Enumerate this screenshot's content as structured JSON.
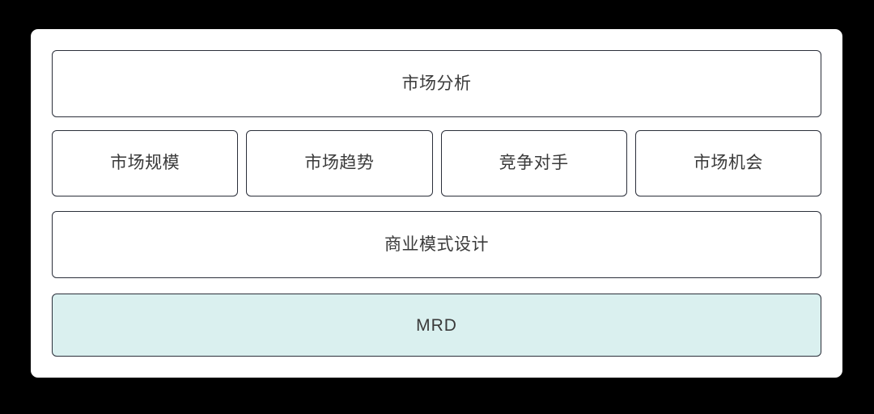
{
  "diagram": {
    "type": "block-hierarchy",
    "background_color": "#000000",
    "card_color": "#ffffff",
    "border_color": "#2b2f3a",
    "text_color": "#3a3a3a",
    "highlight_color": "#daf0ef",
    "rows": [
      {
        "id": "market-analysis",
        "nodes": [
          {
            "label": "市场分析",
            "highlighted": false
          }
        ]
      },
      {
        "id": "subtopics",
        "nodes": [
          {
            "label": "市场规模",
            "highlighted": false
          },
          {
            "label": "市场趋势",
            "highlighted": false
          },
          {
            "label": "竞争对手",
            "highlighted": false
          },
          {
            "label": "市场机会",
            "highlighted": false
          }
        ]
      },
      {
        "id": "business-model",
        "nodes": [
          {
            "label": "商业模式设计",
            "highlighted": false
          }
        ]
      },
      {
        "id": "mrd",
        "nodes": [
          {
            "label": "MRD",
            "highlighted": true
          }
        ]
      }
    ]
  }
}
